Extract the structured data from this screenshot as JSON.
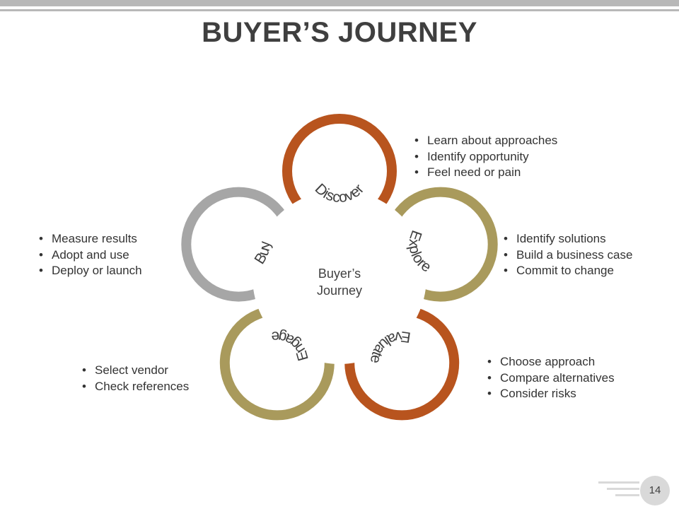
{
  "slide": {
    "title": "BUYER’S JOURNEY",
    "page_number": "14"
  },
  "diagram": {
    "center_line1": "Buyer’s",
    "center_line2": "Journey",
    "stages": [
      {
        "label": "Discover",
        "color": "#b8541e",
        "bullets": [
          "Learn about approaches",
          "Identify opportunity",
          "Feel need or pain"
        ]
      },
      {
        "label": "Explore",
        "color": "#a99a5c",
        "bullets": [
          "Identify solutions",
          "Build a business case",
          "Commit to change"
        ]
      },
      {
        "label": "Evaluate",
        "color": "#b8541e",
        "bullets": [
          "Choose approach",
          "Compare alternatives",
          "Consider risks"
        ]
      },
      {
        "label": "Engage",
        "color": "#a99a5c",
        "bullets": [
          "Select vendor",
          "Check references"
        ]
      },
      {
        "label": "Buy",
        "color": "#a6a6a6",
        "bullets": [
          "Measure results",
          "Adopt and use",
          "Deploy or launch"
        ]
      }
    ]
  },
  "colors": {
    "title": "#3f3f3f",
    "text": "#333333",
    "footer_gray": "#d9d9d9"
  }
}
